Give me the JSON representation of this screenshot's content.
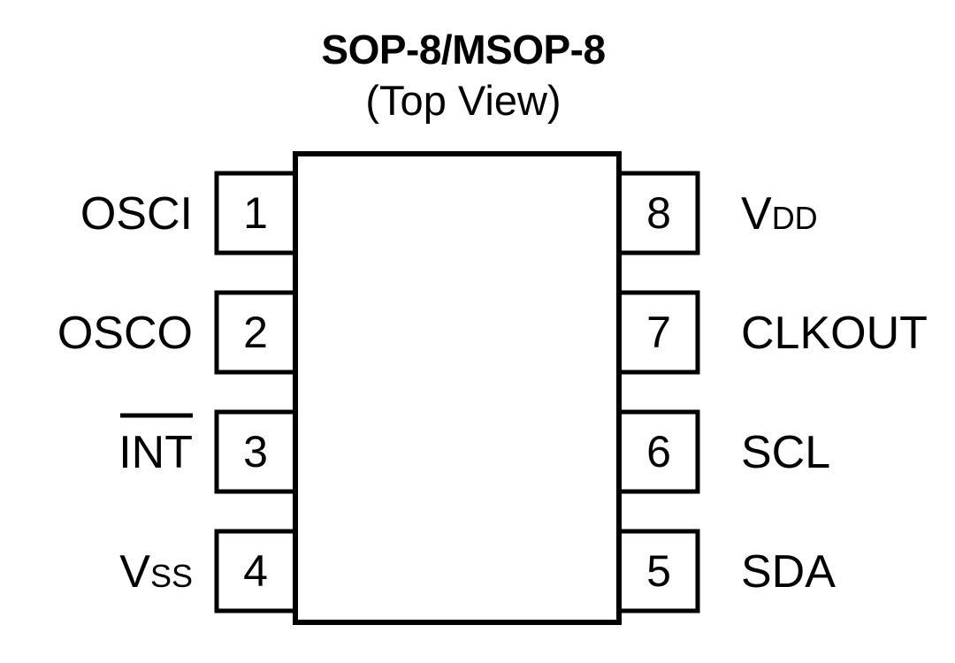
{
  "header": {
    "title": "SOP-8/MSOP-8",
    "subtitle": "(Top View)"
  },
  "package": {
    "name": "SOP-8/MSOP-8",
    "view": "Top View",
    "pin_count": 8,
    "marker": "pin1-dot-icon",
    "colors": {
      "background": "#ffffff",
      "line": "#000000",
      "text": "#000000"
    }
  },
  "pins": {
    "left": [
      {
        "number": "1",
        "label": "OSCI",
        "label_main": "OSCI",
        "label_sub": "",
        "overline": false
      },
      {
        "number": "2",
        "label": "OSCO",
        "label_main": "OSCO",
        "label_sub": "",
        "overline": false
      },
      {
        "number": "3",
        "label": "INT",
        "label_main": "INT",
        "label_sub": "",
        "overline": true
      },
      {
        "number": "4",
        "label": "VSS",
        "label_main": "V",
        "label_sub": "SS",
        "overline": false
      }
    ],
    "right": [
      {
        "number": "8",
        "label": "VDD",
        "label_main": "V",
        "label_sub": "DD",
        "overline": false
      },
      {
        "number": "7",
        "label": "CLKOUT",
        "label_main": "CLKOUT",
        "label_sub": "",
        "overline": false
      },
      {
        "number": "6",
        "label": "SCL",
        "label_main": "SCL",
        "label_sub": "",
        "overline": false
      },
      {
        "number": "5",
        "label": "SDA",
        "label_main": "SDA",
        "label_sub": "",
        "overline": false
      }
    ]
  }
}
